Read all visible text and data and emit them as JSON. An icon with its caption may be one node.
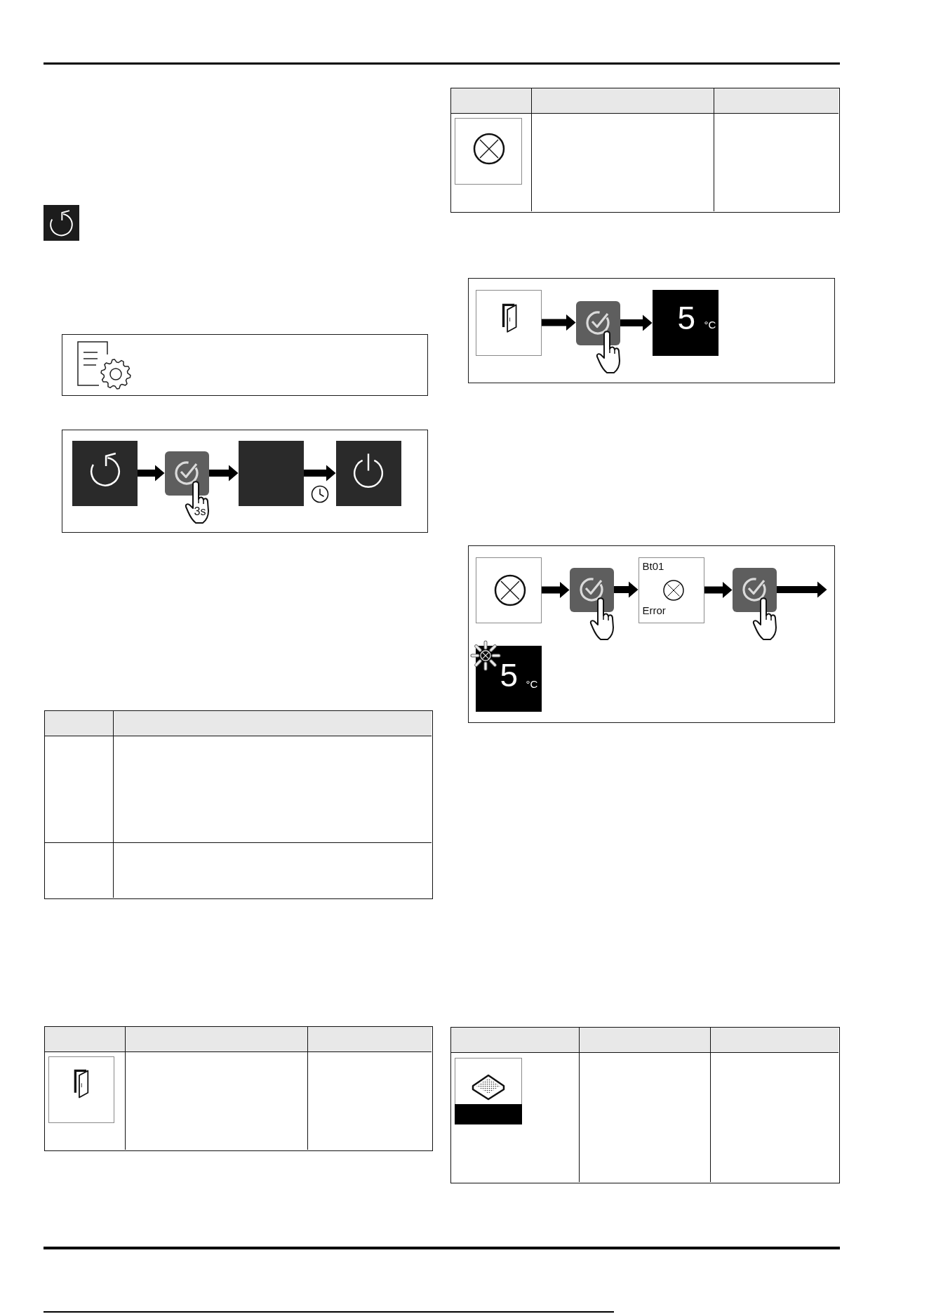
{
  "diagram": {
    "nodes": [
      {
        "text": [],
        "shape": "box"
      },
      {
        "text": [],
        "shape": "box"
      },
      {
        "text": [],
        "shape": "box",
        "in": 1
      },
      {
        "text": [
          "3s"
        ],
        "in": 1
      },
      {
        "text": [],
        "shape": "box",
        "in": 1
      },
      {
        "text": [],
        "shape": "box",
        "in": 1
      },
      {
        "text": [],
        "shape": "box"
      },
      {
        "text": [],
        "shape": "box",
        "in": 6
      },
      {
        "text": [],
        "shape": "box",
        "in": 6
      },
      {
        "text": [
          "5",
          "°C"
        ],
        "in": 6
      },
      {
        "text": [],
        "shape": "box"
      },
      {
        "text": [],
        "shape": "box",
        "in": 10
      },
      {
        "text": [],
        "shape": "box",
        "in": 10
      },
      {
        "text": [
          "Bt01",
          "Error"
        ],
        "in": 10
      },
      {
        "text": [],
        "shape": "box",
        "in": 10
      },
      {
        "text": [
          "5",
          "°C"
        ],
        "in": 10
      }
    ],
    "edges": [
      {
        "from": 2,
        "to": 3,
        "arrow": "to"
      },
      {
        "from": 3,
        "to": 4,
        "arrow": "to"
      },
      {
        "from": 4,
        "to": 5,
        "arrow": "to"
      },
      {
        "from": 7,
        "to": 8,
        "arrow": "to"
      },
      {
        "from": 8,
        "to": 9,
        "arrow": "to"
      },
      {
        "from": 11,
        "to": 12,
        "arrow": "to"
      },
      {
        "from": 12,
        "to": 13,
        "arrow": "to"
      },
      {
        "from": 13,
        "to": 14,
        "arrow": "to"
      },
      {
        "from": 14,
        "to": null,
        "arrow": "to"
      }
    ]
  }
}
